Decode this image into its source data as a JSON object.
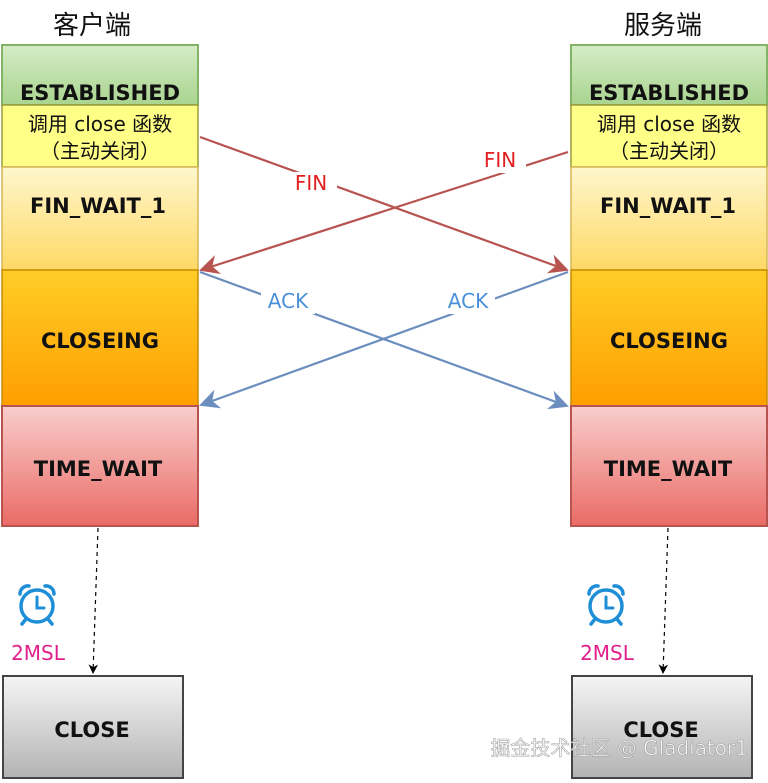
{
  "titles": {
    "client": "客户端",
    "server": "服务端"
  },
  "client": {
    "established": "ESTABLISHED",
    "call_close_line1": "调用 close 函数",
    "call_close_line2": "（主动关闭）",
    "fin_wait_1": "FIN_WAIT_1",
    "closeing": "CLOSEING",
    "time_wait": "TIME_WAIT",
    "timer_label": "2MSL",
    "close": "CLOSE"
  },
  "server": {
    "established": "ESTABLISHED",
    "call_close_line1": "调用 close 函数",
    "call_close_line2": "（主动关闭）",
    "fin_wait_1": "FIN_WAIT_1",
    "closeing": "CLOSEING",
    "time_wait": "TIME_WAIT",
    "timer_label": "2MSL",
    "close": "CLOSE"
  },
  "messages": {
    "fin_client_to_server": "FIN",
    "fin_server_to_client": "FIN",
    "ack_client_to_server": "ACK",
    "ack_server_to_client": "ACK"
  },
  "watermark": "掘金技术社区 @ Gladiator1",
  "colors": {
    "green": "#b9dca4",
    "yellow": "#ffff88",
    "fin_line": "#b85450",
    "fin_text": "#e02020",
    "ack_line": "#6c8ebf",
    "ack_text": "#4a90d9",
    "timer_text": "#e0208c",
    "clock_icon": "#1e8fd6"
  }
}
